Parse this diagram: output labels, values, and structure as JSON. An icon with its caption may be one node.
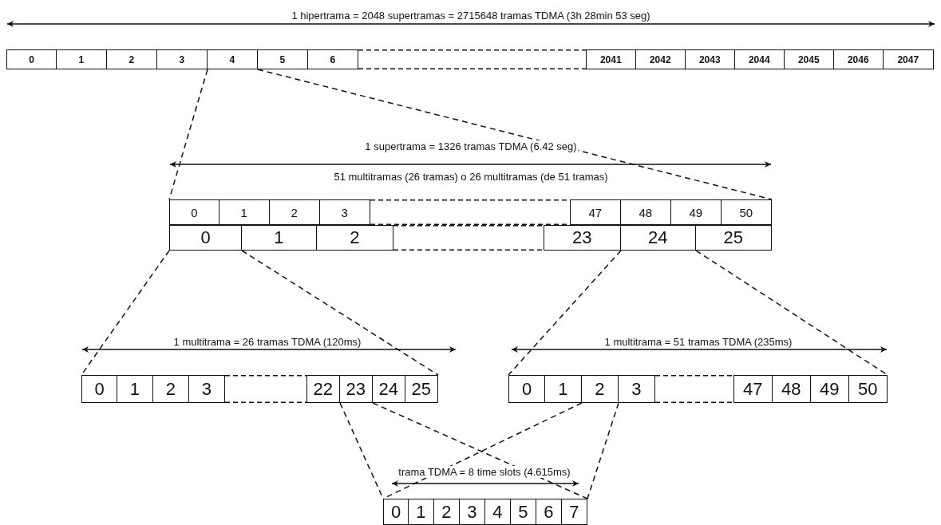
{
  "diagram": {
    "nodes": [
      {
        "text": [],
        "shape": "bar"
      },
      {
        "text": [
          "0"
        ],
        "in": 0
      },
      {
        "text": [
          "1"
        ],
        "in": 0
      },
      {
        "text": [
          "2"
        ],
        "in": 0
      },
      {
        "text": [
          "3"
        ],
        "in": 0
      },
      {
        "text": [
          "4"
        ],
        "in": 0
      },
      {
        "text": [
          "5"
        ],
        "in": 0
      },
      {
        "text": [
          "6"
        ],
        "in": 0
      },
      {
        "text": [
          "2041"
        ],
        "in": 0
      },
      {
        "text": [
          "2042"
        ],
        "in": 0
      },
      {
        "text": [
          "2043"
        ],
        "in": 0
      },
      {
        "text": [
          "2044"
        ],
        "in": 0
      },
      {
        "text": [
          "2045"
        ],
        "in": 0
      },
      {
        "text": [
          "2046"
        ],
        "in": 0
      },
      {
        "text": [
          "2047"
        ],
        "in": 0
      },
      {
        "text": [],
        "shape": "bar"
      },
      {
        "text": [
          "0"
        ],
        "in": 15
      },
      {
        "text": [
          "1"
        ],
        "in": 15
      },
      {
        "text": [
          "2"
        ],
        "in": 15
      },
      {
        "text": [
          "3"
        ],
        "in": 15
      },
      {
        "text": [
          "47"
        ],
        "in": 15
      },
      {
        "text": [
          "48"
        ],
        "in": 15
      },
      {
        "text": [
          "49"
        ],
        "in": 15
      },
      {
        "text": [
          "50"
        ],
        "in": 15
      },
      {
        "text": [],
        "shape": "bar"
      },
      {
        "text": [
          "0"
        ],
        "in": 24
      },
      {
        "text": [
          "1"
        ],
        "in": 24
      },
      {
        "text": [
          "2"
        ],
        "in": 24
      },
      {
        "text": [
          "23"
        ],
        "in": 24
      },
      {
        "text": [
          "24"
        ],
        "in": 24
      },
      {
        "text": [
          "25"
        ],
        "in": 24
      },
      {
        "text": [],
        "shape": "bar"
      },
      {
        "text": [
          "0"
        ],
        "in": 31
      },
      {
        "text": [
          "1"
        ],
        "in": 31
      },
      {
        "text": [
          "2"
        ],
        "in": 31
      },
      {
        "text": [
          "3"
        ],
        "in": 31
      },
      {
        "text": [
          "22"
        ],
        "in": 31
      },
      {
        "text": [
          "23"
        ],
        "in": 31
      },
      {
        "text": [
          "24"
        ],
        "in": 31
      },
      {
        "text": [
          "25"
        ],
        "in": 31
      },
      {
        "text": [],
        "shape": "bar"
      },
      {
        "text": [
          "0"
        ],
        "in": 40
      },
      {
        "text": [
          "1"
        ],
        "in": 40
      },
      {
        "text": [
          "2"
        ],
        "in": 40
      },
      {
        "text": [
          "3"
        ],
        "in": 40
      },
      {
        "text": [
          "47"
        ],
        "in": 40
      },
      {
        "text": [
          "48"
        ],
        "in": 40
      },
      {
        "text": [
          "49"
        ],
        "in": 40
      },
      {
        "text": [
          "50"
        ],
        "in": 40
      },
      {
        "text": [],
        "shape": "bar"
      },
      {
        "text": [
          "0"
        ],
        "in": 49
      },
      {
        "text": [
          "1"
        ],
        "in": 49
      },
      {
        "text": [
          "2"
        ],
        "in": 49
      },
      {
        "text": [
          "3"
        ],
        "in": 49
      },
      {
        "text": [
          "4"
        ],
        "in": 49
      },
      {
        "text": [
          "5"
        ],
        "in": 49
      },
      {
        "text": [
          "6"
        ],
        "in": 49
      },
      {
        "text": [
          "7"
        ],
        "in": 49
      }
    ],
    "edges": [
      {
        "from": 5,
        "to": 15,
        "arrow": "none",
        "style": "dashed"
      },
      {
        "from": 5,
        "to": 15,
        "arrow": "none",
        "style": "dashed"
      },
      {
        "from": 25,
        "to": 31,
        "arrow": "none",
        "style": "dashed"
      },
      {
        "from": 25,
        "to": 31,
        "arrow": "none",
        "style": "dashed"
      },
      {
        "from": 29,
        "to": 40,
        "arrow": "none",
        "style": "dashed"
      },
      {
        "from": 29,
        "to": 40,
        "arrow": "none",
        "style": "dashed"
      },
      {
        "from": 37,
        "to": 49,
        "arrow": "none",
        "style": "dashed"
      },
      {
        "from": 37,
        "to": 49,
        "arrow": "none",
        "style": "dashed"
      },
      {
        "from": 43,
        "to": 49,
        "arrow": "none",
        "style": "dashed"
      },
      {
        "from": 43,
        "to": 49,
        "arrow": "none",
        "style": "dashed"
      }
    ],
    "labels": [
      "1 hipertrama = 2048 supertramas = 2715648 tramas TDMA (3h 28min 53 seg)",
      "1 supertrama = 1326 tramas TDMA (6.42 seg)",
      "51 multitramas (26 tramas) o 26 multitramas (de 51 tramas)",
      "1 multitrama = 26 tramas TDMA (120ms)",
      "1 multitrama = 51 tramas TDMA (235ms)",
      "trama TDMA = 8 time slots (4.615ms)"
    ]
  }
}
